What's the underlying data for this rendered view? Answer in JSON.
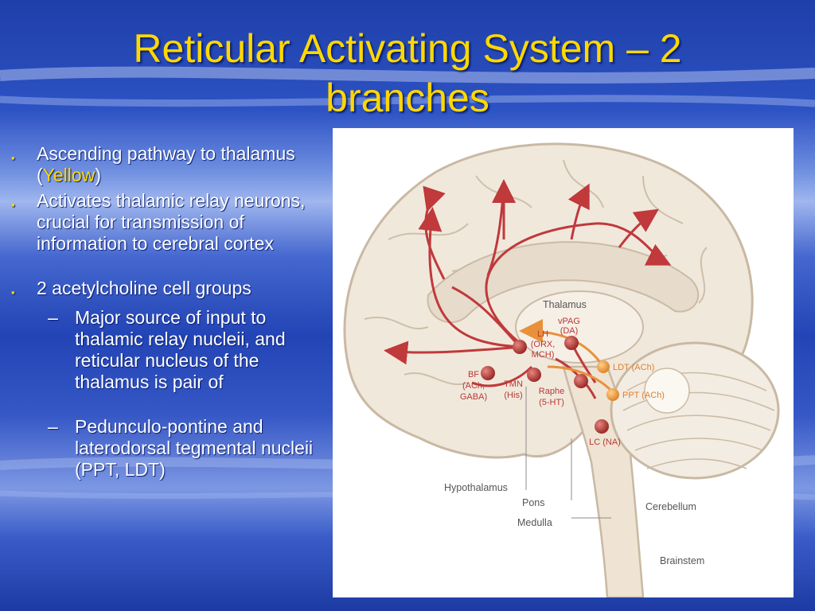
{
  "slide": {
    "title_line1": "Reticular Activating System – 2",
    "title_line2": "branches",
    "bullets": {
      "b1_text": "Ascending pathway to thalamus (",
      "b1_highlight": "Yellow",
      "b1_end": ")",
      "b2": "Activates thalamic relay neurons, crucial for transmission of information to cerebral cortex",
      "b3": "2 acetylcholine cell groups",
      "s1": "Major source of input to thalamic relay nucleii, and reticular nucleus of the thalamus is pair of",
      "s2": "Pedunculo-pontine and laterodorsal tegmental nucleii (PPT, LDT)",
      "bullet_glyph": "▪",
      "dash_glyph": "–"
    }
  },
  "figure": {
    "labels": {
      "thalamus": "Thalamus",
      "vpag1": "vPAG",
      "vpag2": "(DA)",
      "lh1": "LH",
      "lh2": "(ORX,",
      "lh3": "MCH)",
      "bf1": "BF",
      "bf2": "(ACh,",
      "bf3": "GABA)",
      "tmn1": "TMN",
      "tmn2": "(His)",
      "raphe1": "Raphe",
      "raphe2": "(5-HT)",
      "ldt": "LDT (ACh)",
      "ppt": "PPT (ACh)",
      "lc": "LC (NA)",
      "hypothalamus": "Hypothalamus",
      "pons": "Pons",
      "medulla": "Medulla",
      "cerebellum": "Cerebellum",
      "brainstem": "Brainstem"
    }
  },
  "colors": {
    "title": "#ffd800",
    "red_pathway": "#c0393b",
    "orange_pathway": "#e8913a"
  }
}
